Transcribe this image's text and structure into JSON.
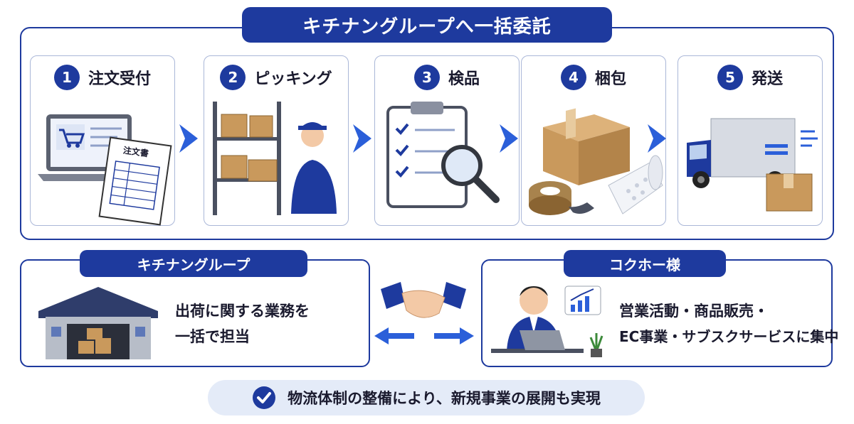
{
  "title": "キチナングループへ一括委託",
  "steps": [
    {
      "num": "1",
      "label": "注文受付",
      "doc_label": "注文書"
    },
    {
      "num": "2",
      "label": "ピッキング"
    },
    {
      "num": "3",
      "label": "検品"
    },
    {
      "num": "4",
      "label": "梱包"
    },
    {
      "num": "5",
      "label": "発送"
    }
  ],
  "left_panel": {
    "title": "キチナングループ",
    "line1": "出荷に関する業務を",
    "line2": "一括で担当"
  },
  "right_panel": {
    "title": "コクホー様",
    "line1": "営業活動・商品販売・",
    "line2": "EC事業・サブスクサービスに集中"
  },
  "banner": {
    "text": "物流体制の整備により、新規事業の展開も実現"
  },
  "colors": {
    "primary": "#1e3a9e",
    "arrow": "#2b5fd9",
    "banner_bg": "#e4ebf8",
    "box": "#c9995c"
  },
  "icons": [
    "laptop-cart-icon",
    "order-document-icon",
    "shelf-icon",
    "worker-icon",
    "clipboard-checklist-icon",
    "magnifier-icon",
    "cardboard-box-icon",
    "tape-roll-icon",
    "bubble-wrap-icon",
    "truck-icon",
    "warehouse-icon",
    "handshake-icon",
    "businessman-icon",
    "growth-chart-icon",
    "check-circle-icon"
  ]
}
